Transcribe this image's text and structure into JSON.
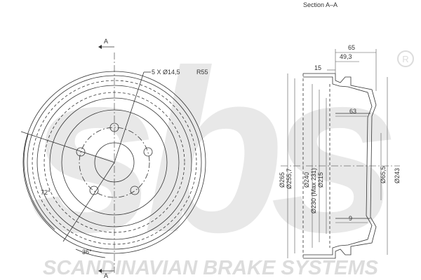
{
  "drawing": {
    "section_title": "Section  A–A",
    "section_marker": "A",
    "bolt_pattern_label": "5 X Ø14,5",
    "radius_label": "R55",
    "angle_72": "72°",
    "angle_36": "36°",
    "dims": {
      "w65": "65",
      "w49": "49,3",
      "w15": "15",
      "w63": "63",
      "w9": "9",
      "d265": "Ø265",
      "d255": "Ø255,7",
      "d240": "Ø240",
      "d230": "Ø230 (Max 231)",
      "d215": "Ø215",
      "d655": "Ø65,5",
      "d243": "Ø243"
    }
  },
  "watermark": {
    "logo_letters": "sbs",
    "brand_text": "SCANDINAVIAN BRAKE SYSTEMS",
    "registered_mark": "R"
  },
  "colors": {
    "line": "#333333",
    "watermark": "#e6e6e6"
  }
}
